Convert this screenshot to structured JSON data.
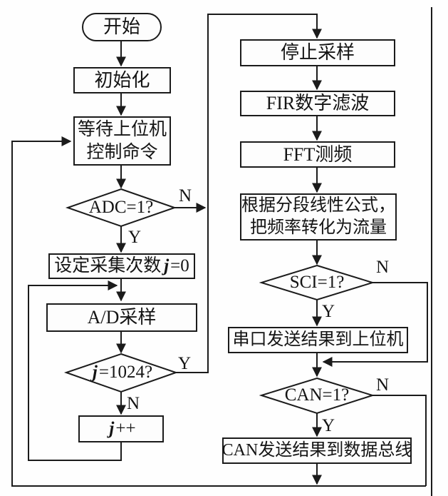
{
  "flowchart": {
    "background": "#fefefe",
    "line_color": "#1b1b1b",
    "nodes": {
      "start": {
        "label": "开始"
      },
      "init": {
        "label": "初始化"
      },
      "wait_cmd": {
        "line1": "等待上位机",
        "line2": "控制命令"
      },
      "adc_check": {
        "label": "ADC=1?"
      },
      "set_count": {
        "prefix": "设定采集次数",
        "variable": "j",
        "suffix": "=0"
      },
      "ad_sample": {
        "label": "A/D采样"
      },
      "count_check": {
        "variable": "j",
        "suffix": "=1024?"
      },
      "increment": {
        "variable": "j",
        "suffix": "++"
      },
      "stop_sample": {
        "label": "停止采样"
      },
      "fir_filter": {
        "label": "FIR数字滤波"
      },
      "fft_measure": {
        "label": "FFT测频"
      },
      "convert_flow": {
        "line1": "根据分段线性公式，",
        "line2": "把频率转化为流量"
      },
      "sci_check": {
        "label": "SCI=1?"
      },
      "serial_send": {
        "label": "串口发送结果到上位机"
      },
      "can_check": {
        "label": "CAN=1?"
      },
      "can_send": {
        "label": "CAN发送结果到数据总线"
      }
    },
    "edge_labels": {
      "adc_no": "N",
      "adc_yes": "Y",
      "count_yes": "Y",
      "count_no": "N",
      "sci_no": "N",
      "sci_yes": "Y",
      "can_no": "N",
      "can_yes": "Y"
    }
  }
}
